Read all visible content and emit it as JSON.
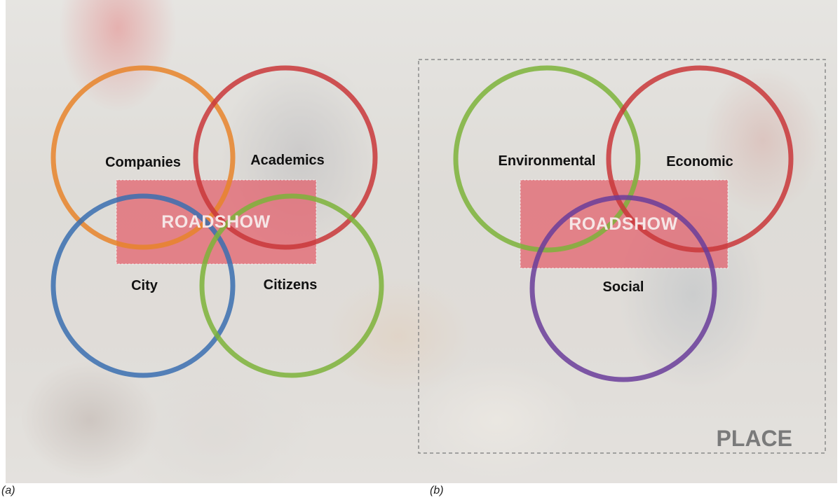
{
  "panel_a": {
    "caption": "(a)",
    "circles": [
      {
        "label": "Companies",
        "color": "#e8842a"
      },
      {
        "label": "Academics",
        "color": "#c9373a"
      },
      {
        "label": "City",
        "color": "#3a6fb0"
      },
      {
        "label": "Citizens",
        "color": "#7db33a"
      }
    ],
    "center_label": "ROADSHOW",
    "center_color": "#e25a66"
  },
  "panel_b": {
    "caption": "(b)",
    "circles": [
      {
        "label": "Environmental",
        "color": "#7db33a"
      },
      {
        "label": "Economic",
        "color": "#c9373a"
      },
      {
        "label": "Social",
        "color": "#6a3d9a"
      }
    ],
    "center_label": "ROADSHOW",
    "center_color": "#e25a66",
    "frame_label": "PLACE"
  }
}
